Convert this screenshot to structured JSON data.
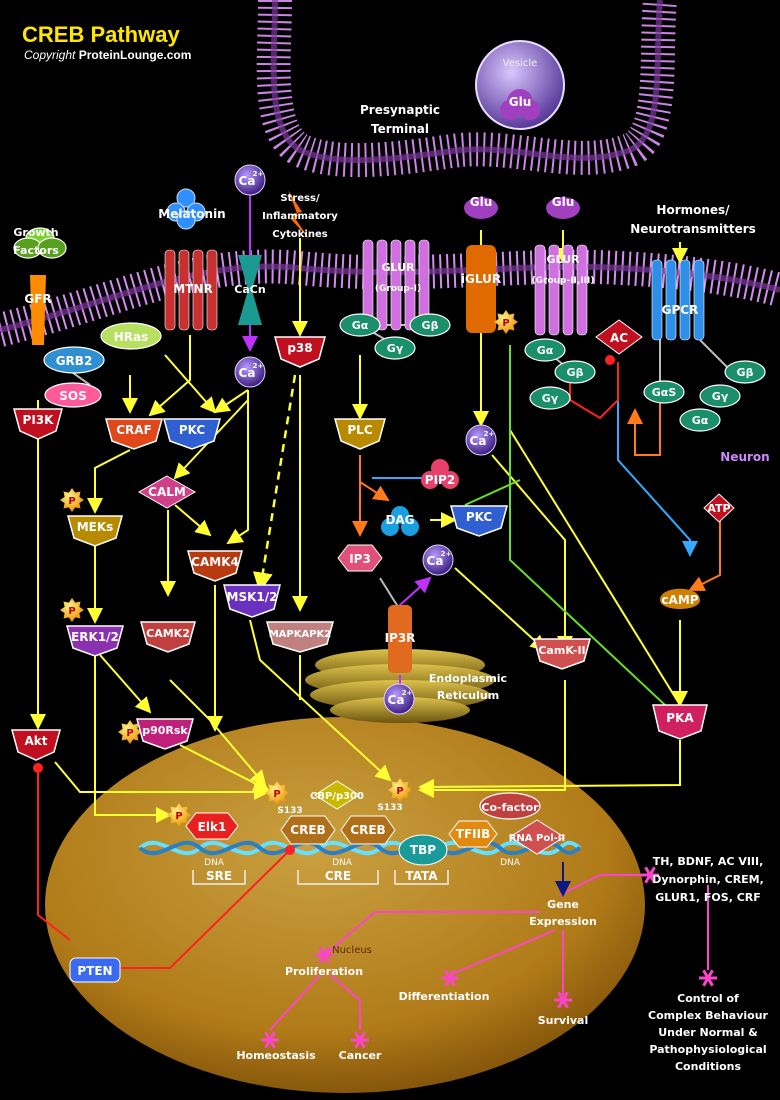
{
  "title": "CREB Pathway",
  "copyright_prefix": "Copyright",
  "copyright_site": "ProteinLounge.com",
  "region_labels": {
    "presynaptic": [
      "Presynaptic",
      "Terminal"
    ],
    "vesicle": "Vesicle",
    "neuron": "Neuron",
    "er": [
      "Endoplasmic",
      "Reticulum"
    ],
    "nucleus": "Nucleus"
  },
  "ligands": {
    "growth_factors": [
      "Growth",
      "Factors"
    ],
    "melatonin": "Melatonin",
    "stress": [
      "Stress/",
      "Inflammatory",
      "Cytokines"
    ],
    "hormones": [
      "Hormones/",
      "Neurotransmitters"
    ],
    "glu": "Glu"
  },
  "membrane_proteins": {
    "gfr": "GFR",
    "mtnr": "MTNR",
    "cacn": "CaCn",
    "glur1": [
      "GLUR",
      "(Group-I)"
    ],
    "iglur": "iGLUR",
    "glur23": [
      "GLUR",
      "(Group-II,III)"
    ],
    "gpcr": "GPCR"
  },
  "nodes": {
    "hras": "HRas",
    "grb2": "GRB2",
    "sos": "SOS",
    "pi3k": "PI3K",
    "craf": "CRAF",
    "pkc": "PKC",
    "ca": "Ca",
    "ca_sup": "2+",
    "p38": "p38",
    "galpha": "Gα",
    "gbeta": "Gβ",
    "ggamma": "Gγ",
    "gas": "GαS",
    "ac": "AC",
    "plc": "PLC",
    "pip2": "PIP2",
    "dag": "DAG",
    "ip3": "IP3",
    "ip3r": "IP3R",
    "calm": "CALM",
    "meks": "MEKs",
    "camk4": "CAMK4",
    "msk": "MSK1/2",
    "camk2": "CAMK2",
    "mapkapk2": "MAPKAPK2",
    "erk": "ERK1/2",
    "p90rsk": "p90Rsk",
    "akt": "Akt",
    "camkii": "CamK-II",
    "pka": "PKA",
    "atp": "ATP",
    "camp": "cAMP",
    "pten": "PTEN",
    "p": "P"
  },
  "nuclear": {
    "elk1": "Elk1",
    "creb": "CREB",
    "cbp": "CBP/p300",
    "tfiib": "TFIIB",
    "cofactor": "Co-factor",
    "rnapol": "RNA Pol-II",
    "tbp": "TBP",
    "s133": "S133",
    "dna": "DNA",
    "sre": "SRE",
    "cre": "CRE",
    "tata": "TATA"
  },
  "outcomes": {
    "gene_expression": [
      "Gene",
      "Expression"
    ],
    "proliferation": "Proliferation",
    "differentiation": "Differentiation",
    "survival": "Survival",
    "homeostasis": "Homeostasis",
    "cancer": "Cancer",
    "targets": [
      "TH, BDNF, AC VIII,",
      "Dynorphin, CREM,",
      "GLUR1, FOS, CRF"
    ],
    "behaviour": [
      "Control of",
      "Complex Behaviour",
      "Under Normal &",
      "Pathophysiological",
      "Conditions"
    ]
  },
  "colors": {
    "title": "#ffe600",
    "arrow": "#ffff33",
    "inhibit": "#ff2020",
    "camp_link": "#33aaff",
    "magenta": "#ff44cc",
    "nucleus": "#c8941e",
    "membrane": "#d68cf0",
    "neuron_label": "#cc88ff"
  }
}
